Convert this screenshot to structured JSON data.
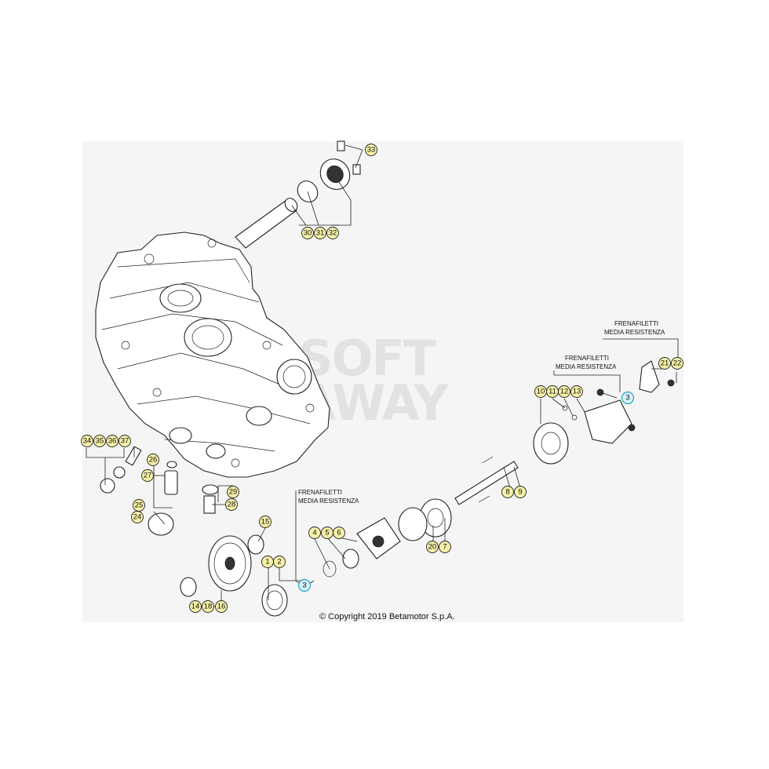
{
  "copyright": "© Copyright 2019 Betamotor S.p.A.",
  "watermark": {
    "line1": "SOFT",
    "line2": "AWAY"
  },
  "notes": [
    {
      "line1": "FRENAFILETTI",
      "line2": "MEDIA RESISTENZA"
    },
    {
      "line1": "FRENAFILETTI",
      "line2": "MEDIA RESISTENZA"
    },
    {
      "line1": "FRENAFILETTI",
      "line2": "MEDIA RESISTENZA"
    }
  ],
  "callouts": {
    "c1": "1",
    "c2": "2",
    "c3a": "3",
    "c3b": "3",
    "c4": "4",
    "c5": "5",
    "c6": "6",
    "c7": "7",
    "c8": "8",
    "c9": "9",
    "c10": "10",
    "c11": "11",
    "c12": "12",
    "c13": "13",
    "c14": "14",
    "c15": "15",
    "c16": "16",
    "c18": "18",
    "c20": "20",
    "c21": "21",
    "c22": "22",
    "c24": "24",
    "c25": "25",
    "c26": "26",
    "c27": "27",
    "c28": "28",
    "c29": "29",
    "c30": "30",
    "c31": "31",
    "c32": "32",
    "c33": "33",
    "c34": "34",
    "c35": "35",
    "c36": "36",
    "c37": "37"
  },
  "colors": {
    "callout_fill": "#f5f0a6",
    "callout_highlight": "#d5f1f8",
    "highlight_stroke": "#2aa3c4"
  }
}
